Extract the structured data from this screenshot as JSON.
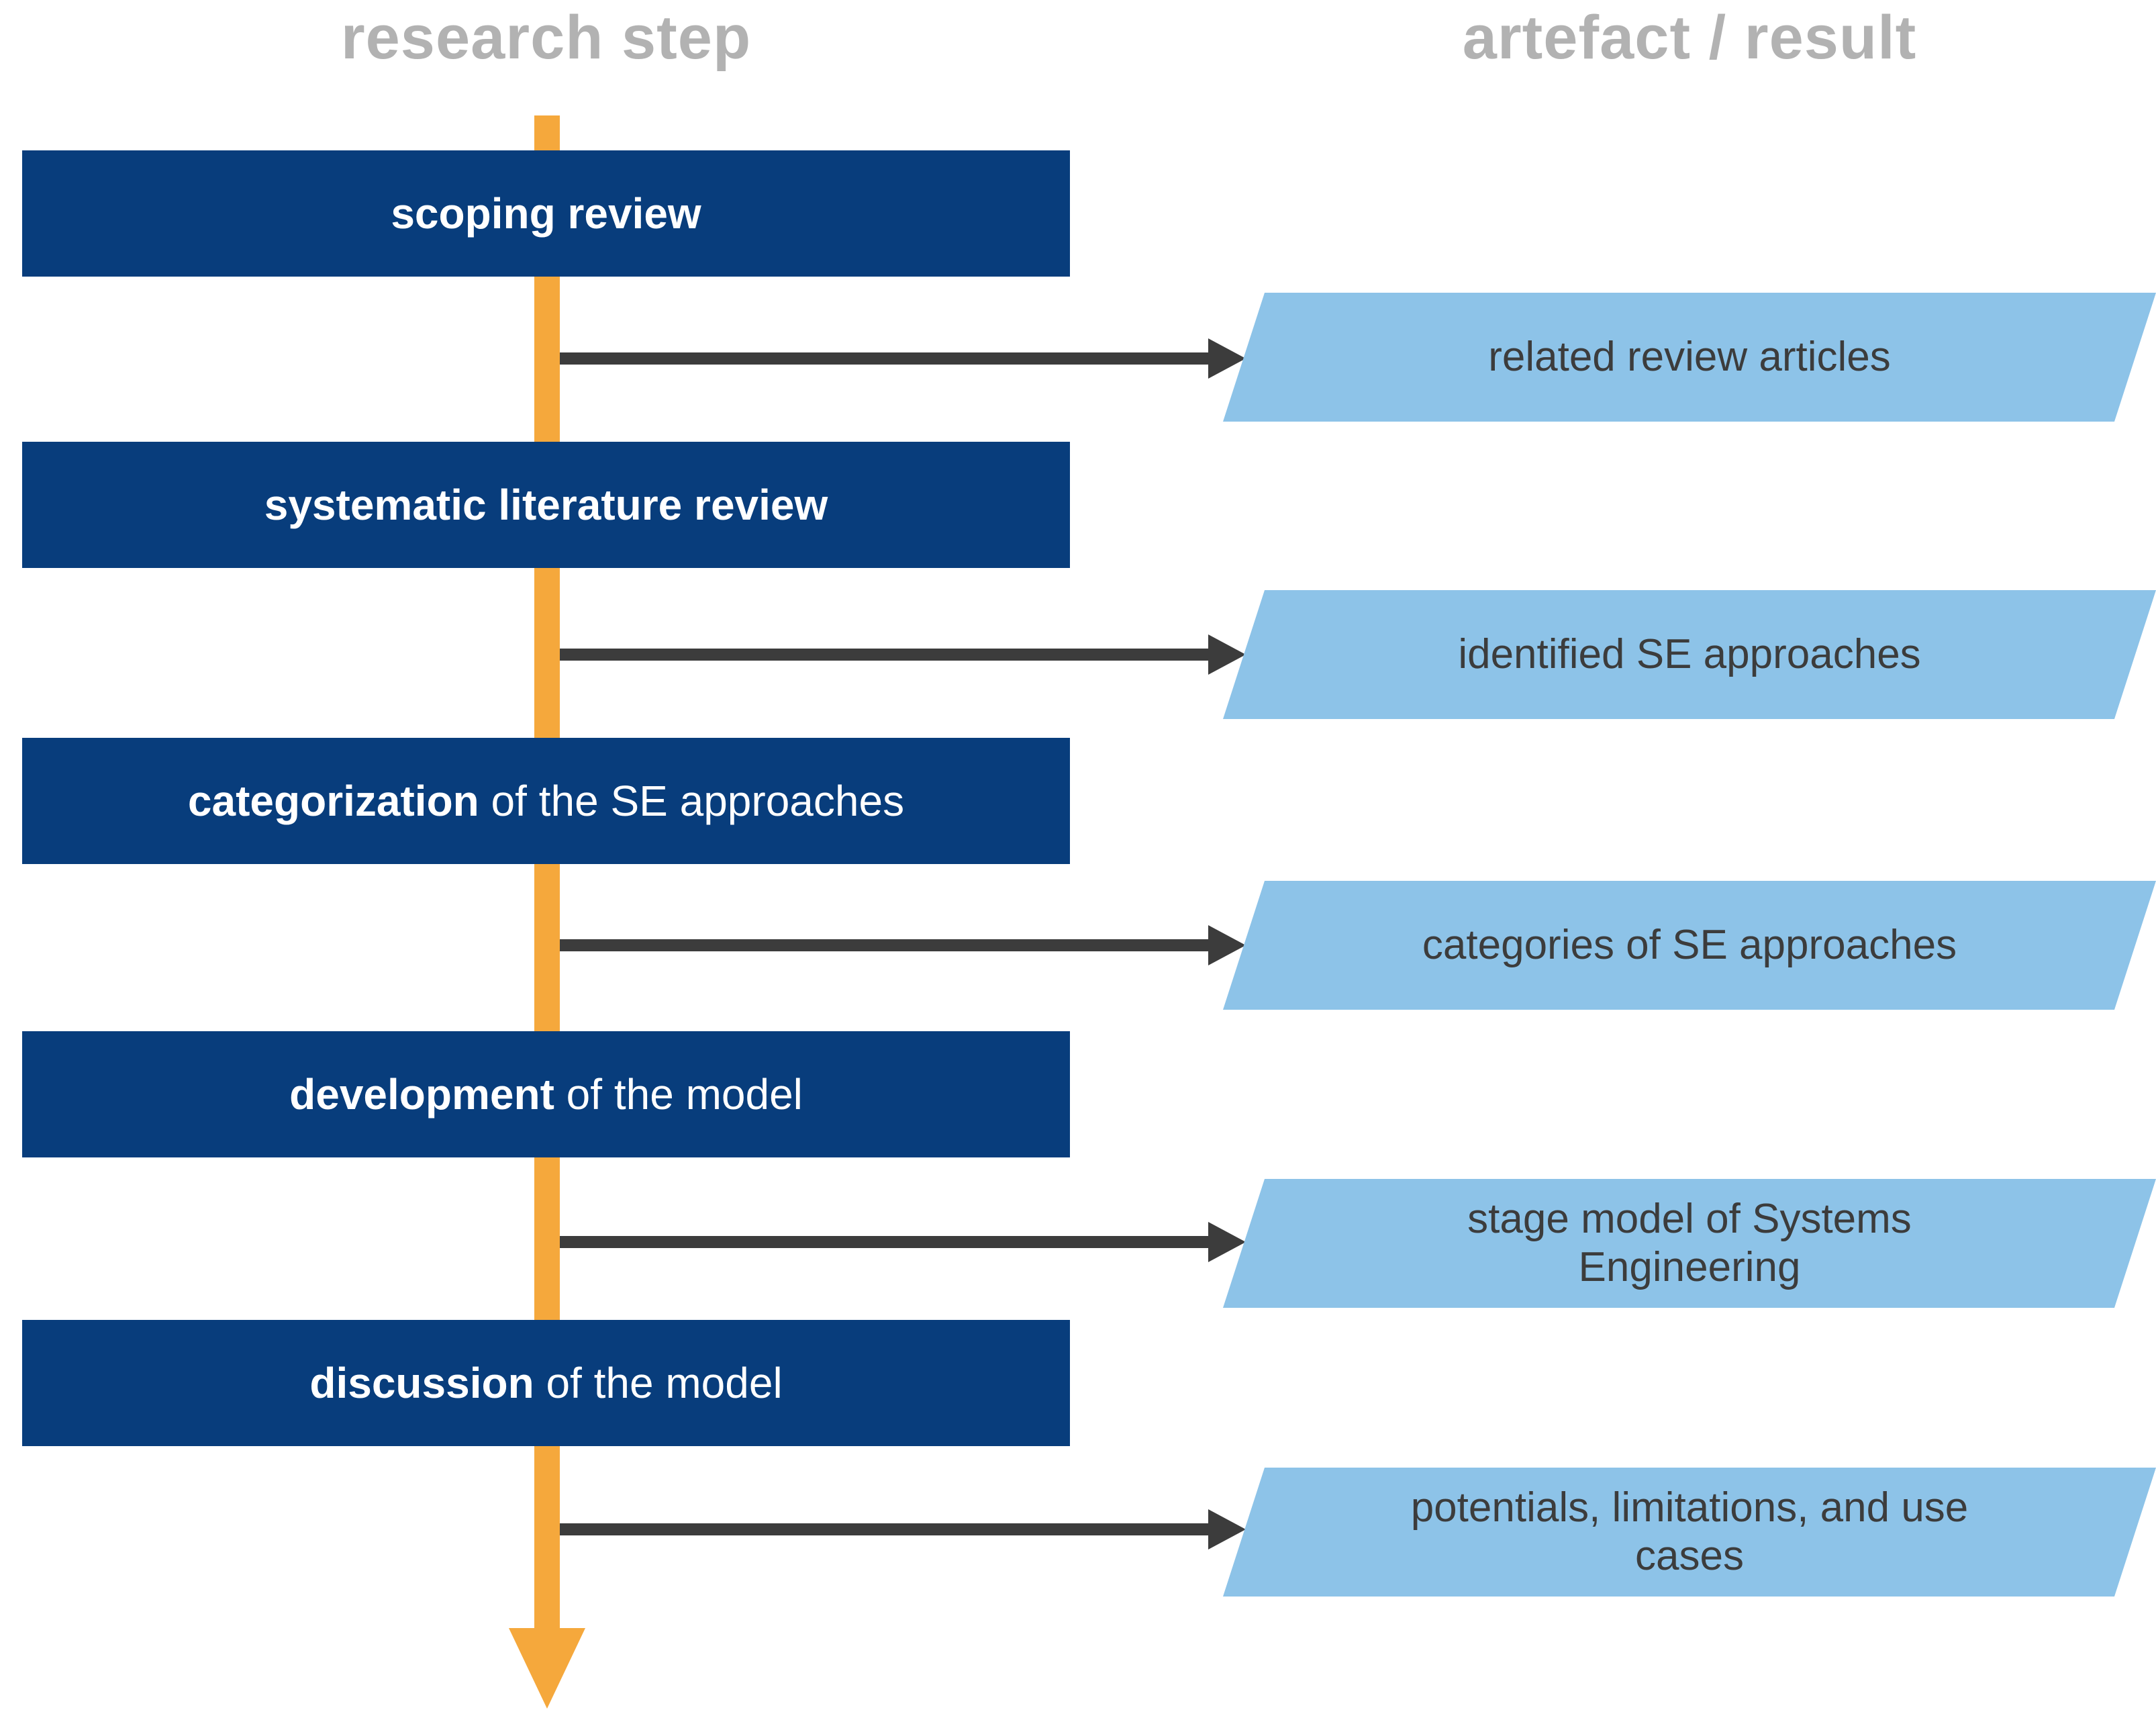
{
  "diagram": {
    "columns": {
      "left_header": "research step",
      "right_header": "artefact / result"
    },
    "steps": [
      {
        "emphasis": "scoping review",
        "rest": ""
      },
      {
        "emphasis": "systematic literature review",
        "rest": ""
      },
      {
        "emphasis": "categorization",
        "rest": " of the SE approaches"
      },
      {
        "emphasis": "development",
        "rest": " of the model"
      },
      {
        "emphasis": "discussion",
        "rest": " of the model"
      }
    ],
    "artefacts": [
      {
        "label": "related review articles"
      },
      {
        "label": "identified SE approaches"
      },
      {
        "label": "categories of SE approaches"
      },
      {
        "label": "stage model of Systems Engineering"
      },
      {
        "label": "potentials, limitations, and use cases"
      }
    ]
  },
  "colors": {
    "step_box": "#083D7C",
    "step_text": "#FFFFFF",
    "artefact_box": "#8DC3E8",
    "artefact_text": "#3C3C3C",
    "connector": "#3C3C3C",
    "flow_arrow": "#F5A83C",
    "header_text": "#B2B2B2",
    "background": "#FFFFFF"
  }
}
